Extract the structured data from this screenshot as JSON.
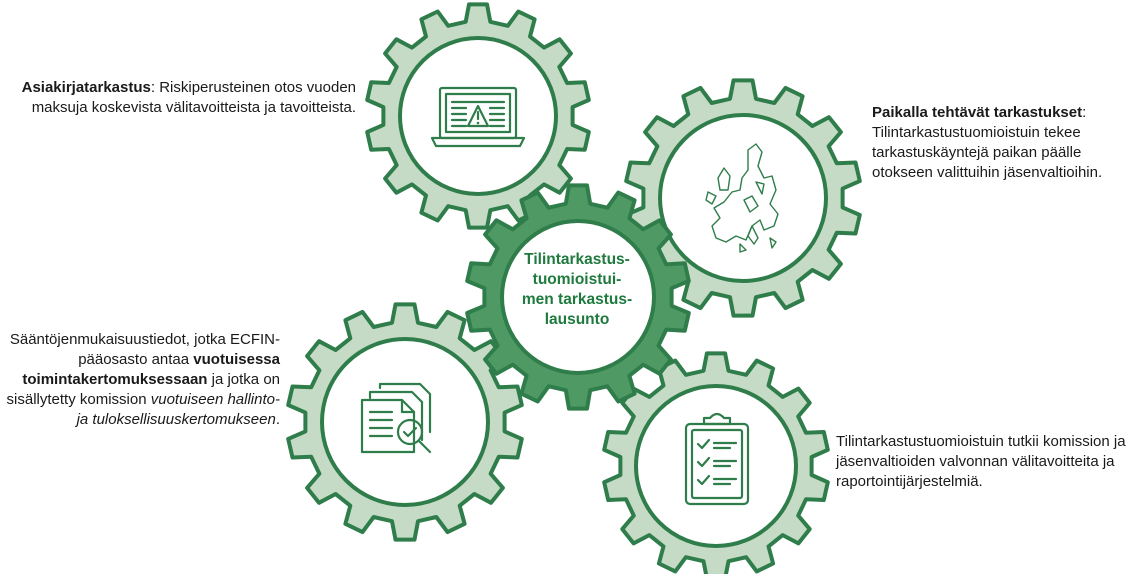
{
  "texts": {
    "documentary": {
      "bold": "Asiakirjatarkastus",
      "rest": ": Riskiperusteinen otos vuoden maksuja koskevista välitavoitteista ja tavoitteista."
    },
    "onsite": {
      "bold": "Paikalla tehtävät tarkastukset",
      "colon": ":",
      "rest": "Tilintarkastustuomioistuin tekee tarkastuskäyntejä paikan päälle otokseen valittuihin jäsenvaltioihin."
    },
    "regularity": {
      "p1": "Sääntöjenmukaisuustiedot, jotka ECFIN-pääosasto antaa ",
      "bold": "vuotuisessa toimintakertomuksessaan",
      "p2": " ja jotka on sisällytetty komission ",
      "italic": "vuotuiseen hallinto- ja tuloksellisuuskertomukseen",
      "p3": "."
    },
    "commission": {
      "text": "Tilintarkastustuomioistuin tutkii komission ja jäsenvaltioiden valvonnan välitavoitteita ja raportointijärjestelmiä."
    }
  },
  "center": {
    "lines": [
      "Tilintarkastus-",
      "tuomioistui-",
      "men tarkastus-",
      "lausunto"
    ]
  },
  "icons": {
    "documentary": "laptop-warning-icon",
    "onsite": "eu-map-icon",
    "regularity": "documents-check-icon",
    "commission": "clipboard-checklist-icon"
  },
  "colors": {
    "gear_light": "#c5dbc6",
    "gear_outline": "#2f7d4a",
    "gear_center": "#4f9a64",
    "ring_white": "#ffffff",
    "text_green": "#1f7a3e",
    "text_dark": "#1a1a1a"
  }
}
